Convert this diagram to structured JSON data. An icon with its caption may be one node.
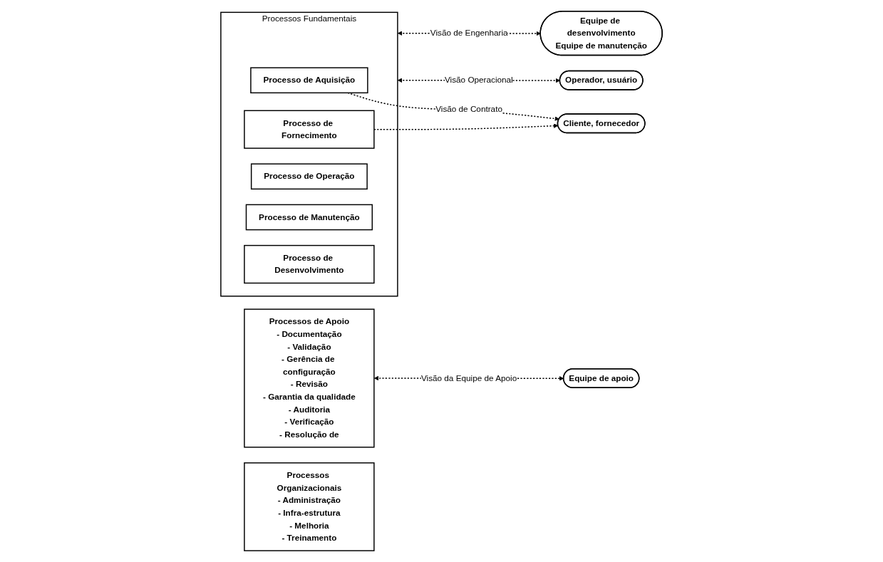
{
  "diagram": {
    "nodes": [
      {
        "text": [
          "Processos Fundamentais"
        ]
      },
      {
        "text": [
          "Processo de Aquisição"
        ],
        "in": 0
      },
      {
        "text": [
          "Processo de Fornecimento"
        ],
        "in": 0
      },
      {
        "text": [
          "Processo de Operação"
        ],
        "in": 0
      },
      {
        "text": [
          "Processo de Manutenção"
        ],
        "in": 0
      },
      {
        "text": [
          "Processo de Desenvolvimento"
        ],
        "in": 0
      },
      {
        "text": [
          "Cliente, fornecedor"
        ]
      },
      {
        "text": [
          "Operador, usuário"
        ]
      },
      {
        "text": [
          "Equipe de desenvolvimento",
          "Equipe de manutenção"
        ]
      },
      {
        "text": [
          "Processos de Apoio",
          "- Documentação",
          "- Validação",
          "- Gerência de configuração",
          "- Revisão",
          "- Garantia da qualidade",
          "- Auditoria",
          "- Verificação",
          "- Resolução de"
        ]
      },
      {
        "text": [
          "Equipe de apoio"
        ]
      },
      {
        "text": [
          "Processos Organizacionais",
          "- Administração",
          "- Infra-estrutura",
          "- Melhoria",
          "- Treinamento"
        ]
      }
    ],
    "edges": [
      {
        "from": 1,
        "to": 6,
        "arrow": "to",
        "style": "dashed",
        "label": "Visão de Contrato"
      },
      {
        "from": 2,
        "to": 6,
        "arrow": "to",
        "style": "dashed"
      },
      {
        "from": 0,
        "to": 7,
        "arrow": "both",
        "style": "dashed",
        "label": "Visão Operacional"
      },
      {
        "from": 0,
        "to": 8,
        "arrow": "both",
        "style": "dashed",
        "label": "Visão de Engenharia"
      },
      {
        "from": 9,
        "to": 10,
        "arrow": "both",
        "style": "dashed",
        "label": "Visão da Equipe de Apoio"
      }
    ]
  }
}
